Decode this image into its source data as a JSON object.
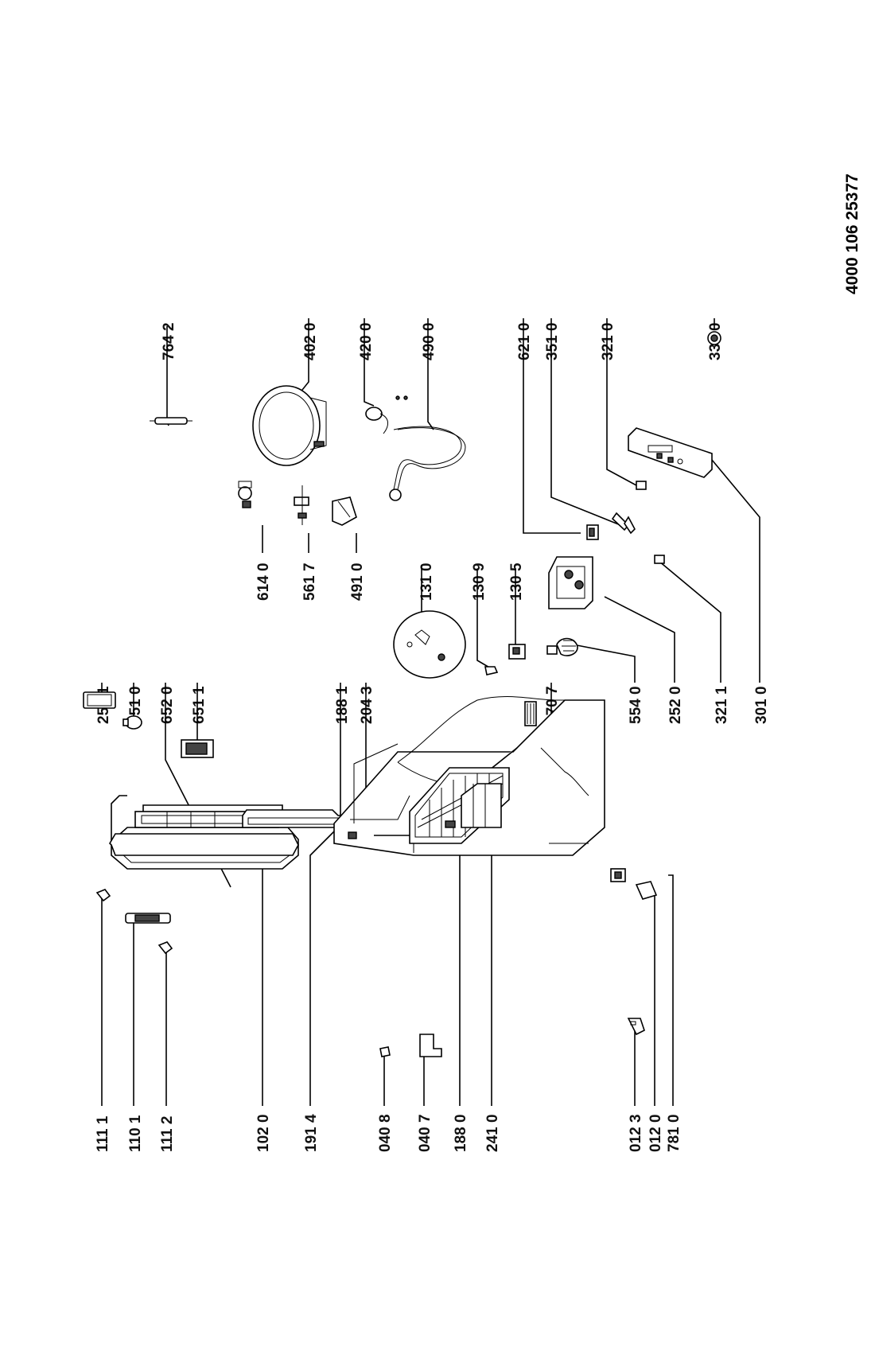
{
  "document_number": "4000 106 25377",
  "labels": {
    "p1111": "111 1",
    "p1101": "110 1",
    "p1112": "111 2",
    "p1020": "102 0",
    "p1914": "191 4",
    "p0408": "040 8",
    "p0407": "040 7",
    "p1880": "188 0",
    "p2410": "241 0",
    "p0123": "012 3",
    "p0120": "012 0",
    "p7810": "781 0",
    "p2511": "251 1",
    "p6510": "651 0",
    "p6520": "652 0",
    "p6511": "651 1",
    "p1881": "188 1",
    "p2043": "204 3",
    "p0707": "070 7",
    "p1310": "131 0",
    "p1309": "130 9",
    "p1305": "130 5",
    "p6140": "614 0",
    "p5617": "561 7",
    "p4910": "491 0",
    "p5540": "554 0",
    "p2520": "252 0",
    "p3211": "321 1",
    "p3010": "301 0",
    "p7642": "764 2",
    "p4020": "402 0",
    "p4200": "420 0",
    "p4900": "490 0",
    "p6210": "621 0",
    "p3510": "351 0",
    "p3210": "321 0",
    "p3350": "335 0"
  }
}
